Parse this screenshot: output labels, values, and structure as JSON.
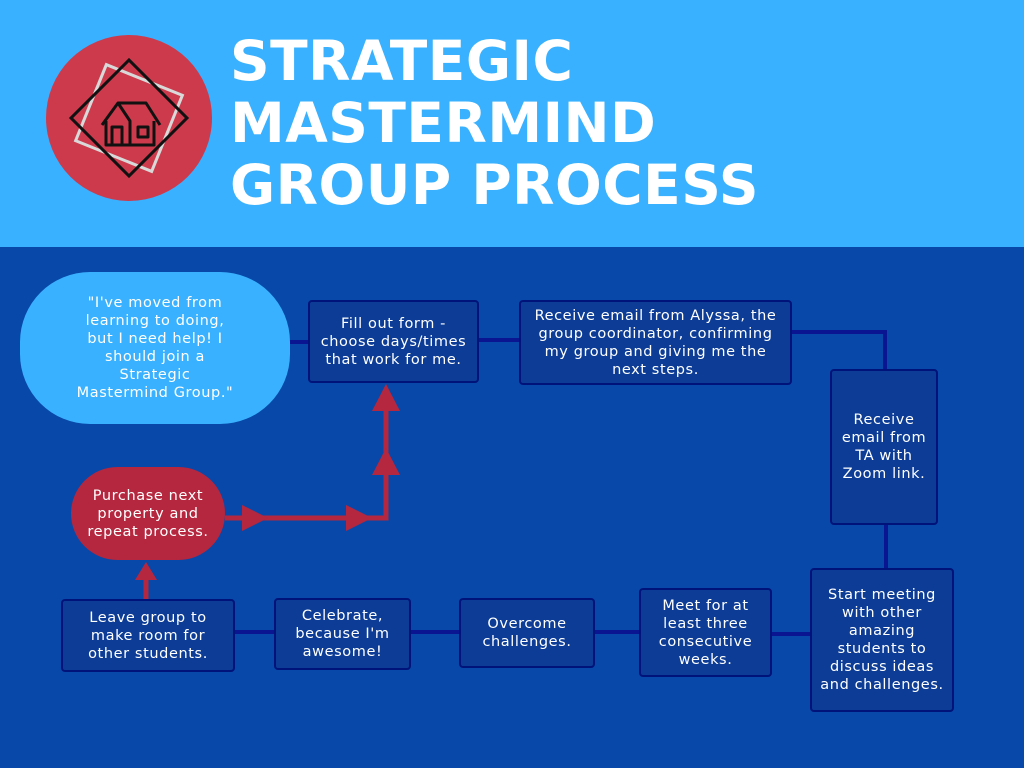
{
  "header": {
    "title_lines": [
      "STRATEGIC",
      "MASTERMIND",
      "GROUP PROCESS"
    ],
    "logo": {
      "icon": "house-icon",
      "circle_color": "#CC3A4C"
    }
  },
  "colors": {
    "header_bg": "#3AB1FE",
    "main_bg": "#0748A8",
    "box_bg": "#0C3C95",
    "box_border": "#00137A",
    "connector": "#0A1691",
    "arrow": "#B5273E",
    "quote_bg": "#3AB1FE"
  },
  "flow": {
    "quote": "\"I've moved from learning to doing, but I need help! I should join a Strategic Mastermind Group.\"",
    "fill_form": "Fill out form - choose days/times that work for me.",
    "receive_alyssa": "Receive email from Alyssa, the group coordinator, confirming my group and giving me the next steps.",
    "receive_ta": "Receive email from TA with Zoom link.",
    "start_meeting": "Start meeting with other amazing students to discuss ideas and challenges.",
    "meet_weeks": "Meet for at least three consecutive weeks.",
    "overcome": "Overcome challenges.",
    "celebrate": "Celebrate, because I'm awesome!",
    "leave_group": "Leave group to make room for other students.",
    "purchase": "Purchase next property and repeat process."
  }
}
